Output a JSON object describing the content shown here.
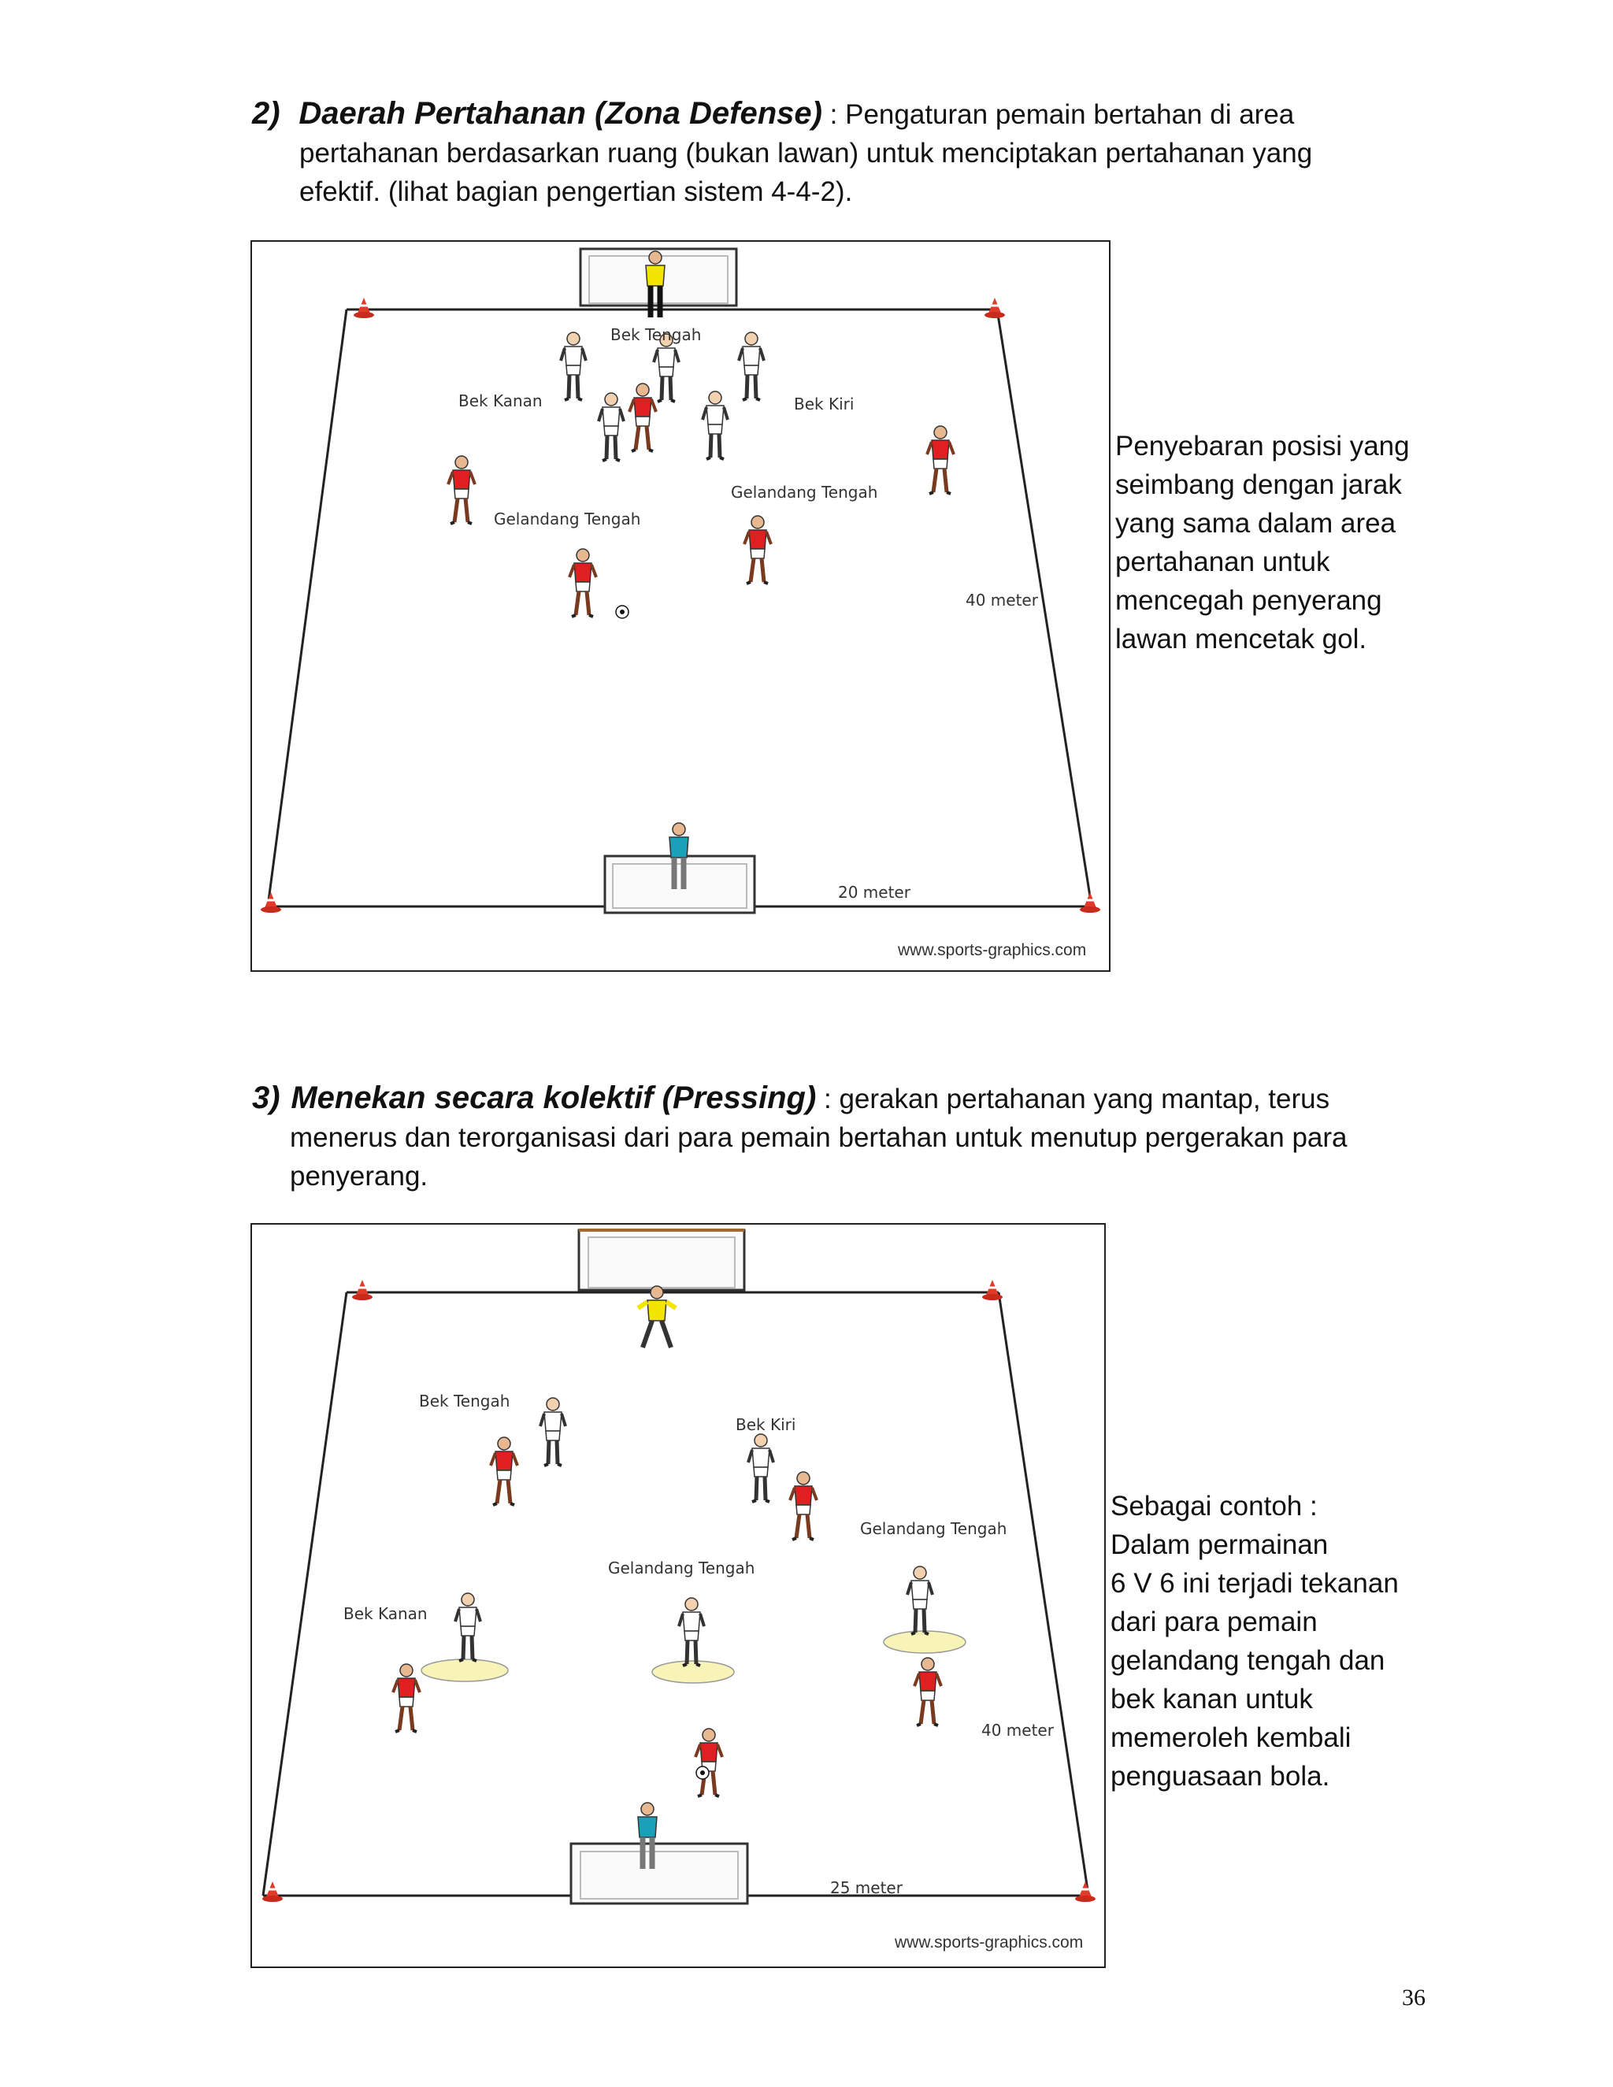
{
  "section2": {
    "number": "2)",
    "title": "Daerah Pertahanan (Zona Defense)",
    "intro_line1": " : Pengaturan pemain bertahan di area",
    "intro_line2": "pertahanan berdasarkan ruang (bukan lawan) untuk menciptakan pertahanan yang",
    "intro_line3": "efektif. (lihat bagian pengertian sistem 4-4-2).",
    "figure": {
      "labels": {
        "bek_tengah": "Bek Tengah",
        "bek_kanan": "Bek Kanan",
        "bek_kiri": "Bek Kiri",
        "gelandang_tengah_left": "Gelandang Tengah",
        "gelandang_tengah_right": "Gelandang Tengah",
        "length": "40 meter",
        "width": "20 meter"
      },
      "watermark": "www.sports-graphics.com"
    },
    "caption_lines": [
      "Penyebaran posisi yang",
      "seimbang dengan jarak",
      "yang sama dalam area",
      "pertahanan untuk",
      "mencegah penyerang",
      "lawan mencetak gol."
    ]
  },
  "section3": {
    "number": "3)",
    "title": "Menekan secara kolektif (Pressing)",
    "intro_line1": " : gerakan pertahanan yang mantap, terus",
    "intro_line2": "menerus dan terorganisasi dari para pemain bertahan untuk menutup pergerakan para",
    "intro_line3": "penyerang.",
    "figure": {
      "labels": {
        "bek_tengah": "Bek Tengah",
        "bek_kiri": "Bek Kiri",
        "gelandang_tengah_right": "Gelandang Tengah",
        "gelandang_tengah_center": "Gelandang Tengah",
        "bek_kanan": "Bek Kanan",
        "length": "40 meter",
        "width": "25 meter"
      },
      "watermark": "www.sports-graphics.com"
    },
    "caption_lines": [
      "Sebagai contoh :",
      "Dalam permainan",
      "6 V 6 ini terjadi tekanan",
      "dari para pemain",
      "gelandang tengah dan",
      "bek kanan untuk",
      "memeroleh kembali",
      "penguasaan bola."
    ]
  },
  "page_number": "36",
  "colors": {
    "cone": "#e03a2a",
    "attacker_shirt": "#e02020",
    "defender_shirt": "#ffffff",
    "goalkeeper_top": "#f2e600",
    "goalkeeper_bottom": "#1aa0b8",
    "pressure_zone": "#f8f4b8"
  }
}
